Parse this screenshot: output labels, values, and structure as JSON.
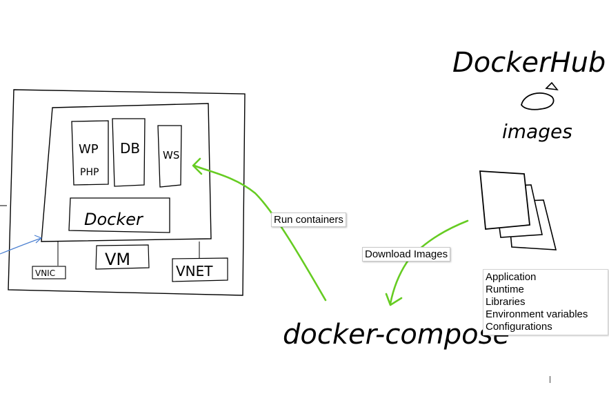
{
  "colors": {
    "ink": "#000000",
    "arrow": "#66cc22",
    "blue_arrow": "#4a7fd0"
  },
  "host": {
    "vnic_label": "VNIC",
    "vm_label": "VM",
    "vnet_label": "VNET"
  },
  "vm": {
    "docker_label": "Docker",
    "containers": [
      {
        "line1": "WP",
        "line2": "PHP"
      },
      {
        "line1": "DB"
      },
      {
        "line1": "WS"
      }
    ]
  },
  "registry": {
    "title": "DockerHub",
    "icon": "whale-icon",
    "images_label": "images"
  },
  "compose_label": "docker-compose",
  "arrows": {
    "run_containers": "Run containers",
    "download_images": "Download Images"
  },
  "image_contents": [
    "Application",
    "Runtime",
    "Libraries",
    "Environment variables",
    "Configurations"
  ]
}
